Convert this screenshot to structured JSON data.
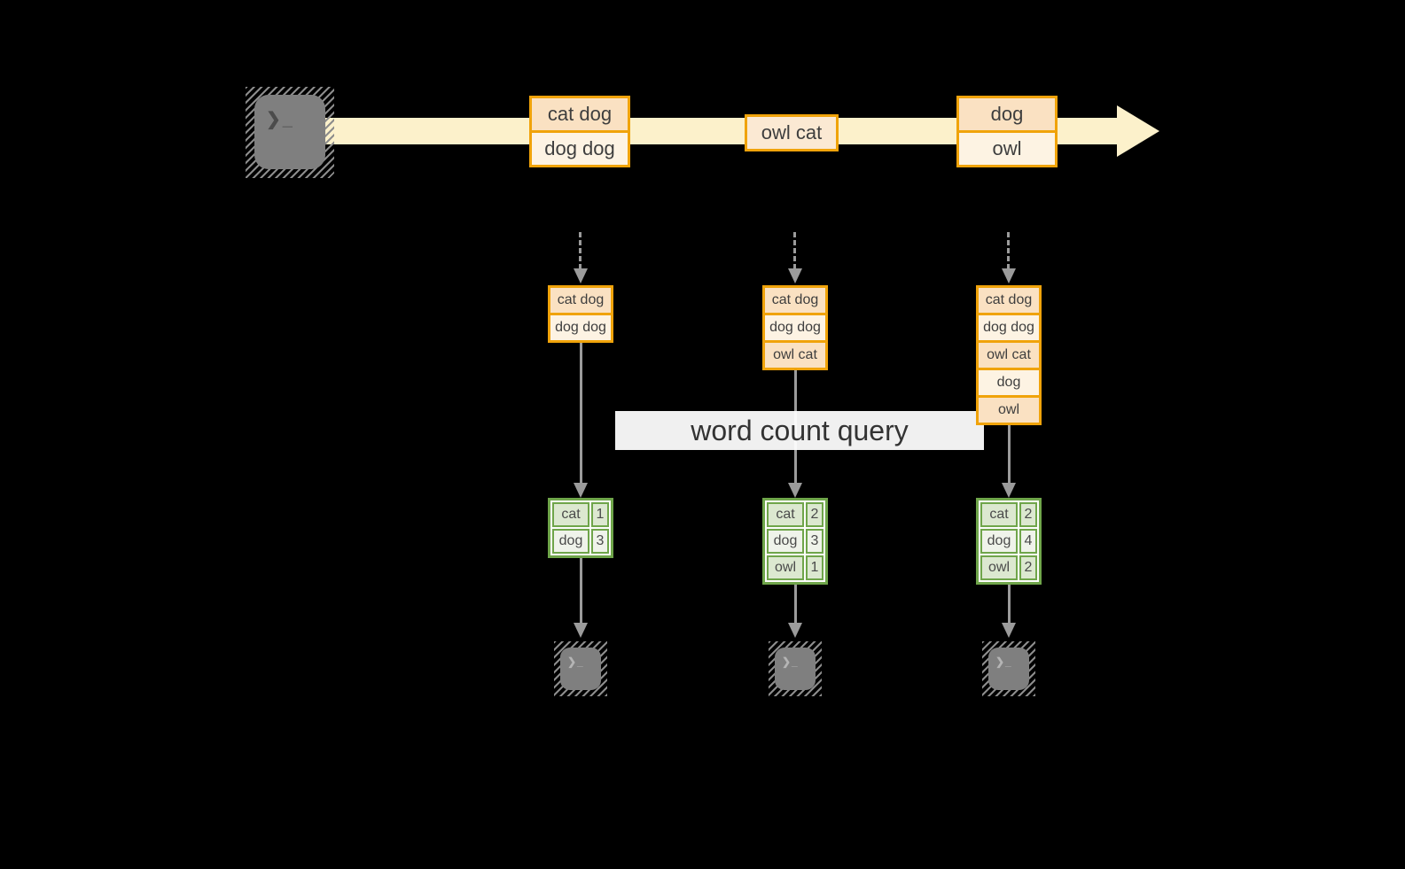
{
  "query_label": "word count query",
  "terminal_glyph": "❯_",
  "stream": {
    "boxes": [
      {
        "rows": [
          "cat dog",
          "dog dog"
        ]
      },
      {
        "rows": [
          "owl cat"
        ]
      },
      {
        "rows": [
          "dog",
          "owl"
        ]
      }
    ]
  },
  "columns": [
    {
      "stack": {
        "rows": [
          "cat dog",
          "dog dog"
        ]
      },
      "table": {
        "rows": [
          {
            "word": "cat",
            "count": "1"
          },
          {
            "word": "dog",
            "count": "3"
          }
        ]
      }
    },
    {
      "stack": {
        "rows": [
          "cat dog",
          "dog dog",
          "owl cat"
        ]
      },
      "table": {
        "rows": [
          {
            "word": "cat",
            "count": "2"
          },
          {
            "word": "dog",
            "count": "3"
          },
          {
            "word": "owl",
            "count": "1"
          }
        ]
      }
    },
    {
      "stack": {
        "rows": [
          "cat dog",
          "dog dog",
          "owl cat",
          "dog",
          "owl"
        ]
      },
      "table": {
        "rows": [
          {
            "word": "cat",
            "count": "2"
          },
          {
            "word": "dog",
            "count": "4"
          },
          {
            "word": "owl",
            "count": "2"
          }
        ]
      }
    }
  ],
  "colors": {
    "background": "#000000",
    "stream_band": "#FCF1CB",
    "record_border": "#F0A30A",
    "record_fill_dark": "#FAE1C2",
    "record_fill_light": "#FDF3E3",
    "table_border": "#6FA54A",
    "table_fill_dark": "#DCE8D0",
    "table_fill_light": "#EFF3EA",
    "arrow_gray": "#9B9B9B",
    "terminal_gray": "#7F7F7F"
  }
}
